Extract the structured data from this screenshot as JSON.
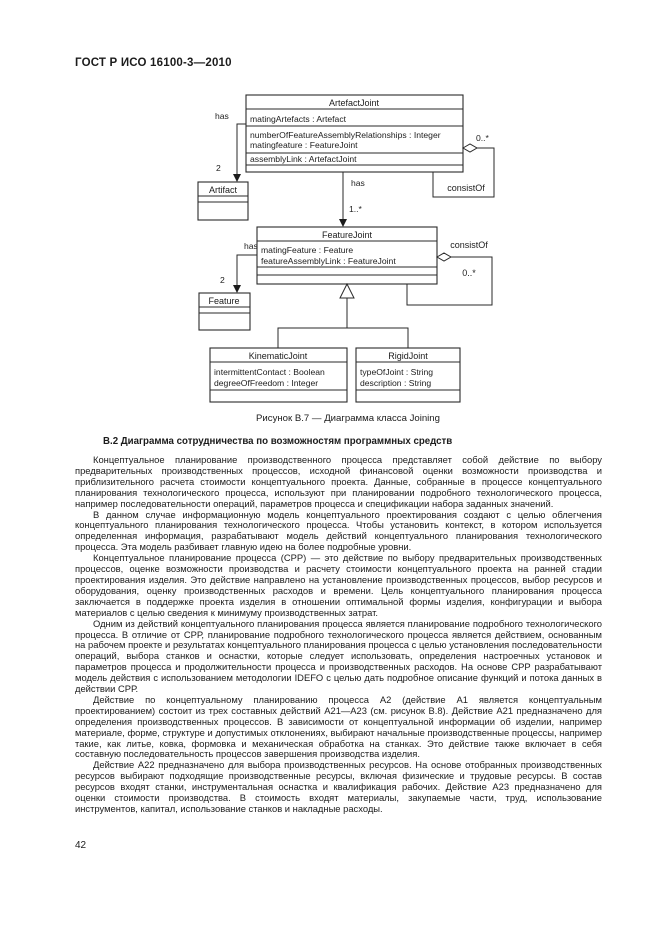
{
  "page": {
    "header": "ГОСТ Р ИСО 16100-3—2010",
    "page_number": "42"
  },
  "diagram": {
    "caption": "Рисунок В.7 — Диаграмма класса Joining",
    "classes": {
      "artefact_joint": {
        "name": "ArtefactJoint",
        "attr1": "matingArtefacts : Artefact",
        "attr2": "numberOfFeatureAssemblyRelationships : Integer",
        "attr3": "matingfeature : FeatureJoint",
        "attr4": "assemblyLink : ArtefactJoint"
      },
      "artifact": {
        "name": "Artifact"
      },
      "feature_joint": {
        "name": "FeatureJoint",
        "attr1": "matingFeature : Feature",
        "attr2": "featureAssemblyLink : FeatureJoint"
      },
      "feature": {
        "name": "Feature"
      },
      "kinematic_joint": {
        "name": "KinematicJoint",
        "attr1": "intermittentContact : Boolean",
        "attr2": "degreeOfFreedom : Integer"
      },
      "rigid_joint": {
        "name": "RigidJoint",
        "attr1": "typeOfJoint : String",
        "attr2": "description : String"
      }
    },
    "labels": {
      "has_top": "has",
      "has_mid": "has",
      "has_bottom": "has",
      "mult_two_top": "2",
      "mult_two_bottom": "2",
      "mult_one_many": "1..*",
      "mult_zero_many_top": "0..*",
      "mult_zero_many_bottom": "0..*",
      "consist_of_top": "consistOf",
      "consist_of_bottom": "consistOf"
    }
  },
  "section": {
    "heading": "В.2 Диаграмма сотрудничества по возможностям программных средств",
    "paragraphs": [
      "Концептуальное планирование производственного процесса представляет собой действие по выбору предварительных производственных процессов, исходной финансовой оценки возможности производства и приблизительного расчета стоимости концептуального проекта. Данные, собранные в процессе концептуального планирования технологического процесса, используют при планировании подробного технологического процесса, например последовательности операций, параметров процесса и спецификации набора заданных значений.",
      "В данном случае информационную модель концептуального проектирования создают с целью облегчения концептуального планирования технологического процесса. Чтобы установить контекст, в котором используется определенная информация, разрабатывают модель действий концептуального планирования технологического процесса. Эта модель разбивает главную идею на более подробные уровни.",
      "Концептуальное планирование процесса (СРР) — это действие по выбору предварительных производственных процессов, оценке возможности производства и расчету стоимости концептуального проекта на ранней стадии проектирования изделия. Это действие направлено на установление производственных процессов, выбор ресурсов и оборудования, оценку производственных расходов и времени. Цель концептуального планирования процесса заключается в поддержке проекта изделия в отношении оптимальной формы изделия, конфигурации и выбора материалов с целью сведения к минимуму производственных затрат.",
      "Одним из действий концептуального планирования процесса является планирование подробного технологического процесса. В отличие от СРР, планирование подробного технологического процесса является действием, основанным на рабочем проекте и результатах концептуального планирования процесса с целью установления последовательности операций, выбора станков и оснастки, которые следует использовать, определения настроечных установок и параметров процесса и продолжительности процесса и производственных расходов. На основе СРР разрабатывают модель действия с использованием методологии IDEFO с целью дать подробное описание функций и потока данных в действии СРР.",
      "Действие по концептуальному планированию процесса А2 (действие А1 является концептуальным проектированием) состоит из трех составных действий А21—А23 (см. рисунок В.8). Действие А21 предназначено для определения производственных процессов. В зависимости от концептуальной информации об изделии, например материале, форме, структуре и допустимых отклонениях, выбирают начальные производственные процессы, например такие, как литье, ковка, формовка и механическая обработка на станках. Это действие также включает в себя составную последовательность процессов завершения производства изделия.",
      "Действие А22 предназначено для выбора производственных ресурсов. На основе отобранных производственных ресурсов выбирают подходящие производственные ресурсы, включая физические и трудовые ресурсы. В состав ресурсов входят станки, инструментальная оснастка и квалификация рабочих. Действие А23 предназначено для оценки стоимости производства. В стоимость входят материалы, закупаемые части, труд, использование инструментов, капитал, использование станков и накладные расходы."
    ]
  }
}
